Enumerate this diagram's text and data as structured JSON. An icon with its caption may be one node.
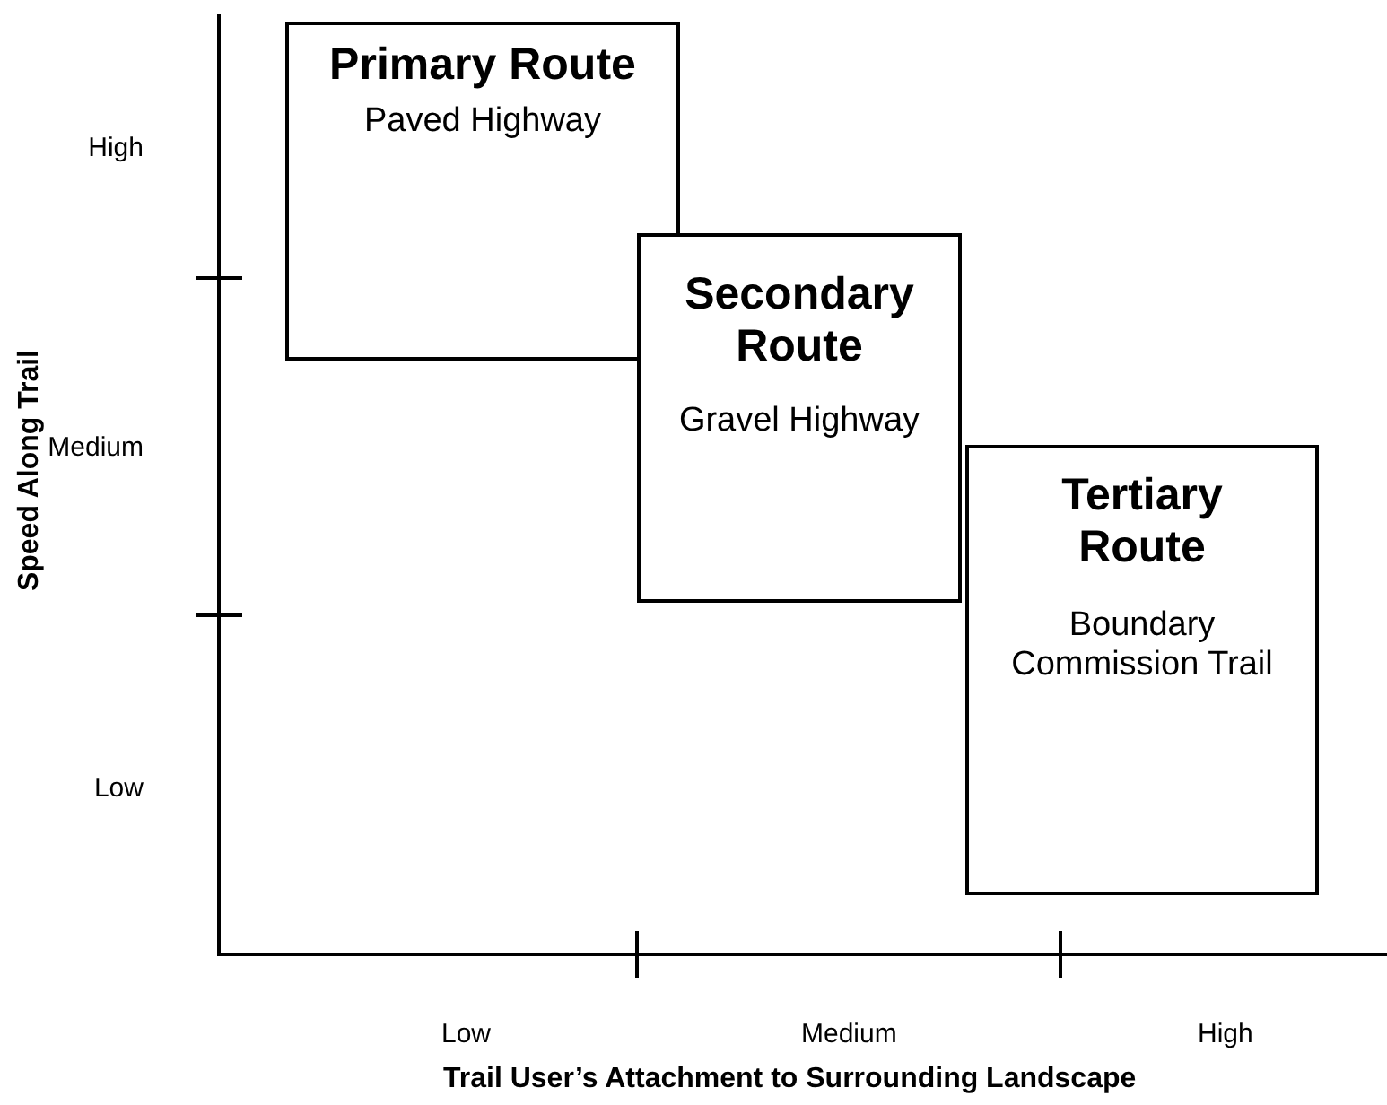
{
  "diagram": {
    "nodes": [
      {
        "text": [
          "Primary Route",
          "Paved Highway"
        ]
      },
      {
        "text": [
          "Secondary Route",
          "Gravel Highway"
        ]
      },
      {
        "text": [
          "Tertiary Route",
          "Boundary Commission Trail"
        ]
      }
    ],
    "edges": [],
    "labels": [
      "High",
      "Medium",
      "Low",
      "Speed Along Trail",
      "Low",
      "Medium",
      "High",
      "Trail User’s Attachment to Surrounding Landscape"
    ]
  }
}
